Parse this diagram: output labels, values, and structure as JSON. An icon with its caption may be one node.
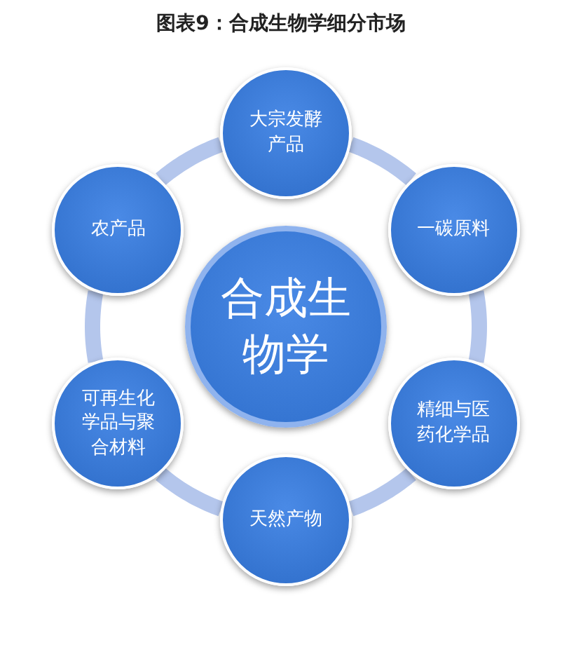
{
  "diagram": {
    "title": "图表9：合成生物学细分市场",
    "nodes": [
      {
        "text": [
          "合成生物学"
        ]
      },
      {
        "text": [
          "大宗发酵产品"
        ]
      },
      {
        "text": [
          "农产品"
        ]
      },
      {
        "text": [
          "一碳原料"
        ]
      },
      {
        "text": [
          "可再生化学品与聚合材料"
        ]
      },
      {
        "text": [
          "精细与医药化学品"
        ]
      },
      {
        "text": [
          "天然产物"
        ]
      }
    ],
    "edges": [
      {
        "from": 1,
        "to": 3,
        "arrow": "none"
      },
      {
        "from": 3,
        "to": 5,
        "arrow": "none"
      },
      {
        "from": 5,
        "to": 6,
        "arrow": "none"
      },
      {
        "from": 6,
        "to": 4,
        "arrow": "none"
      },
      {
        "from": 4,
        "to": 2,
        "arrow": "none"
      },
      {
        "from": 2,
        "to": 1,
        "arrow": "none"
      }
    ]
  }
}
